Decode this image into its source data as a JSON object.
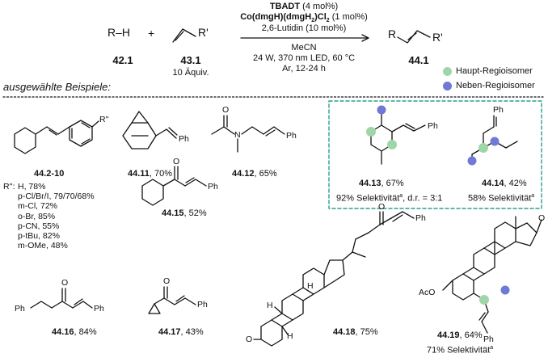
{
  "reaction": {
    "reactant1": "R–H",
    "plus": "+",
    "reactant2_sub": "R'",
    "product_R": "R",
    "product_R2": "R'",
    "label_reactant1": "42.1",
    "label_reactant2": "43.1",
    "equiv": "10 Äquiv.",
    "label_product": "44.1",
    "cond_tbadt": "TBADT",
    "cond_tbadt_amt": " (4 mol%)",
    "cond_cobalt": "Co(dmgH)(dmgH",
    "cond_cobalt_sub": "2",
    "cond_cobalt_end": ")Cl",
    "cond_cobalt_sub2": "2",
    "cond_cobalt_amt": " (1 mol%)",
    "cond_lutidine": "2,6-Lutidin (10 mol%)",
    "cond_solvent": "MeCN",
    "cond_light": "24 W, 370 nm LED, 60 °C",
    "cond_atm": "Ar, 12-24 h"
  },
  "legend": {
    "major": "Haupt-Regioisomer",
    "minor": "Neben-Regioisomer",
    "major_color": "#9fd6a8",
    "minor_color": "#6f79d6"
  },
  "section_title": "ausgewählte Beispiele:",
  "examples": {
    "e2_label": "44.2-10",
    "e2_R": "R'':",
    "e2_Rsub": "R''",
    "e2_list": [
      "H, 78%",
      "p-Cl/Br/I, 79/70/68%",
      "m-Cl, 72%",
      "o-Br, 85%",
      "p-CN, 55%",
      "p-tBu, 82%",
      "m-OMe, 48%"
    ],
    "e11_label": "44.11",
    "e11_yield": ", 70%",
    "e11_ph": "Ph",
    "e12_label": "44.12",
    "e12_yield": ", 65%",
    "e12_ph": "Ph",
    "e12_o": "O",
    "e12_n": "N",
    "e13_label": "44.13",
    "e13_yield": ", 67%",
    "e13_sel": "92% Selektivität",
    "e13_sel_sup": "a",
    "e13_dr": ", d.r. = 3:1",
    "e13_ph": "Ph",
    "e14_label": "44.14",
    "e14_yield": ", 42%",
    "e14_sel": "58% Selektivität",
    "e14_sel_sup": "a",
    "e14_ph": "Ph",
    "e15_label": "44.15",
    "e15_yield": ", 52%",
    "e15_ph": "Ph",
    "e15_o": "O",
    "e16_label": "44.16",
    "e16_yield": ", 84%",
    "e16_ph1": "Ph",
    "e16_ph2": "Ph",
    "e16_o": "O",
    "e17_label": "44.17",
    "e17_yield": ", 43%",
    "e17_ph": "Ph",
    "e17_o": "O",
    "e18_label": "44.18",
    "e18_yield": ", 75%",
    "e18_ph": "Ph",
    "e18_o1": "O",
    "e18_o2": "O",
    "e18_h1": "H",
    "e18_h2": "H",
    "e18_h3": "H",
    "e19_label": "44.19",
    "e19_yield": ", 64%",
    "e19_sel": "71% Selektivität",
    "e19_sel_sup": "a",
    "e19_aco": "AcO",
    "e19_o": "O",
    "e19_ph": "Ph"
  }
}
